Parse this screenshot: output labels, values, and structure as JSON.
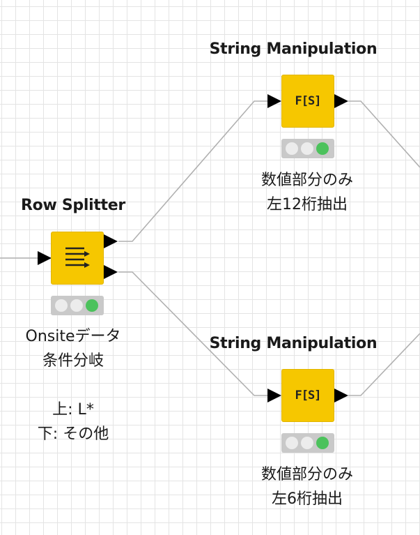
{
  "nodes": {
    "row_splitter": {
      "title": "Row Splitter",
      "icon": "row-splitter-icon",
      "status": [
        "inactive",
        "inactive",
        "green"
      ],
      "description": [
        "Onsiteデータ",
        "条件分岐",
        "",
        "上: L*",
        "下: その他"
      ]
    },
    "string_manipulation_top": {
      "title": "String Manipulation",
      "icon_label": "F[S]",
      "status": [
        "inactive",
        "inactive",
        "green"
      ],
      "description": [
        "数値部分のみ",
        "左12桁抽出"
      ]
    },
    "string_manipulation_bottom": {
      "title": "String Manipulation",
      "icon_label": "F[S]",
      "status": [
        "inactive",
        "inactive",
        "green"
      ],
      "description": [
        "数値部分のみ",
        "左6桁抽出"
      ]
    }
  },
  "colors": {
    "node_body": "#f6c700",
    "status_green": "#4cc25c",
    "status_idle": "#ececec",
    "status_frame": "#c9c9c9",
    "wire": "#b0b0b0",
    "port": "#000000"
  }
}
